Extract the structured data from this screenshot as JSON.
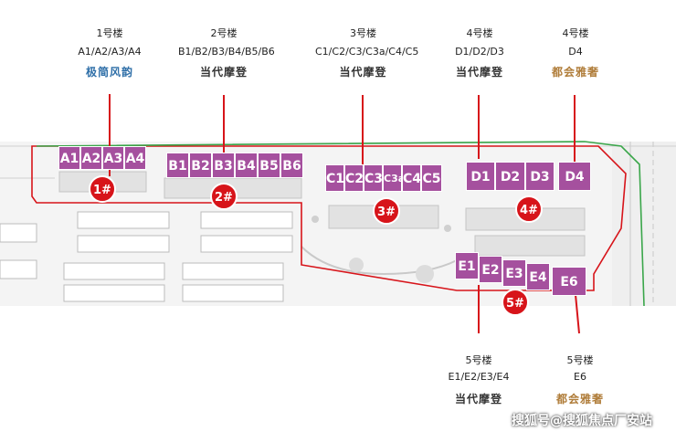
{
  "labels": {
    "b1": {
      "title": "1号楼",
      "units": "A1/A2/A3/A4",
      "style": "极简风韵"
    },
    "b2": {
      "title": "2号楼",
      "units": "B1/B2/B3/B4/B5/B6",
      "style": "当代摩登"
    },
    "b3": {
      "title": "3号楼",
      "units": "C1/C2/C3/C3a/C4/C5",
      "style": "当代摩登"
    },
    "b4a": {
      "title": "4号楼",
      "units": "D1/D2/D3",
      "style": "当代摩登"
    },
    "b4b": {
      "title": "4号楼",
      "units": "D4",
      "style": "都会雅奢"
    },
    "b5a": {
      "title": "5号楼",
      "units": "E1/E2/E3/E4",
      "style": "当代摩登"
    },
    "b5b": {
      "title": "5号楼",
      "units": "E6",
      "style": "都会雅奢"
    }
  },
  "units": {
    "a": [
      "A1",
      "A2",
      "A3",
      "A4"
    ],
    "b": [
      "B1",
      "B2",
      "B3",
      "B4",
      "B5",
      "B6"
    ],
    "c": [
      "C1",
      "C2",
      "C3",
      "C3a",
      "C4",
      "C5"
    ],
    "d": [
      "D1",
      "D2",
      "D3",
      "D4"
    ],
    "e": [
      "E1",
      "E2",
      "E3",
      "E4",
      "E6"
    ]
  },
  "pins": [
    "1#",
    "2#",
    "3#",
    "4#",
    "5#"
  ],
  "watermark": "搜狐号@搜狐焦点厂安站",
  "colors": {
    "unit": "#a5509e",
    "pin": "#d7141a",
    "boundary": "#d7141a",
    "greenway": "#3aa64a",
    "blue_style": "#2f6fa8",
    "gold_style": "#b07d3a"
  }
}
